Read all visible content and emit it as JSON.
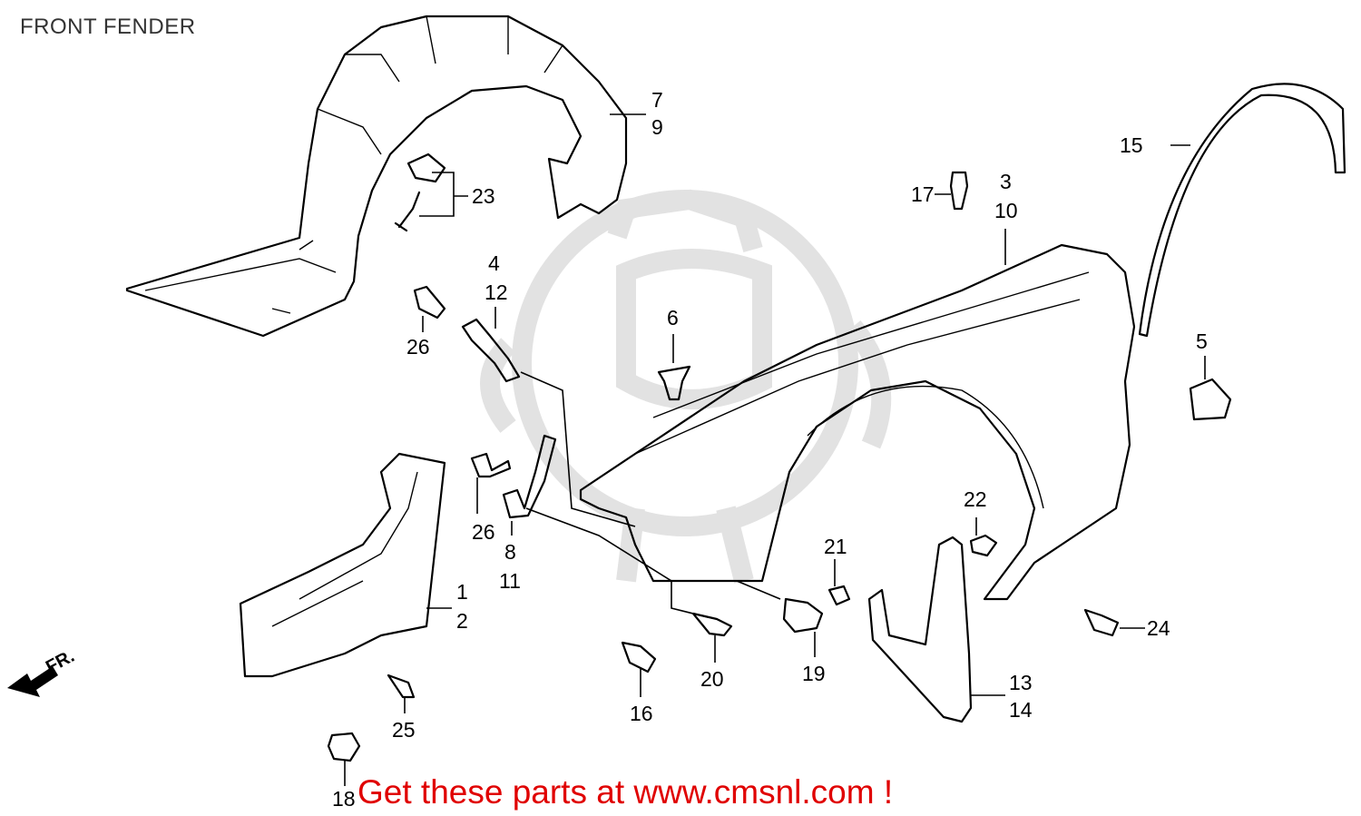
{
  "title": "FRONT FENDER",
  "footer": "Get these parts at www.cmsnl.com !",
  "footer_color": "#e00000",
  "direction_label": "FR.",
  "part_numbers": {
    "p1": "1",
    "p2": "2",
    "p3": "3",
    "p4": "4",
    "p5": "5",
    "p6": "6",
    "p7": "7",
    "p8": "8",
    "p9": "9",
    "p10": "10",
    "p11": "11",
    "p12": "12",
    "p13": "13",
    "p14": "14",
    "p15": "15",
    "p16": "16",
    "p17": "17",
    "p18": "18",
    "p19": "19",
    "p20": "20",
    "p21": "21",
    "p22": "22",
    "p23": "23",
    "p24": "24",
    "p25": "25",
    "p26a": "26",
    "p26b": "26"
  }
}
